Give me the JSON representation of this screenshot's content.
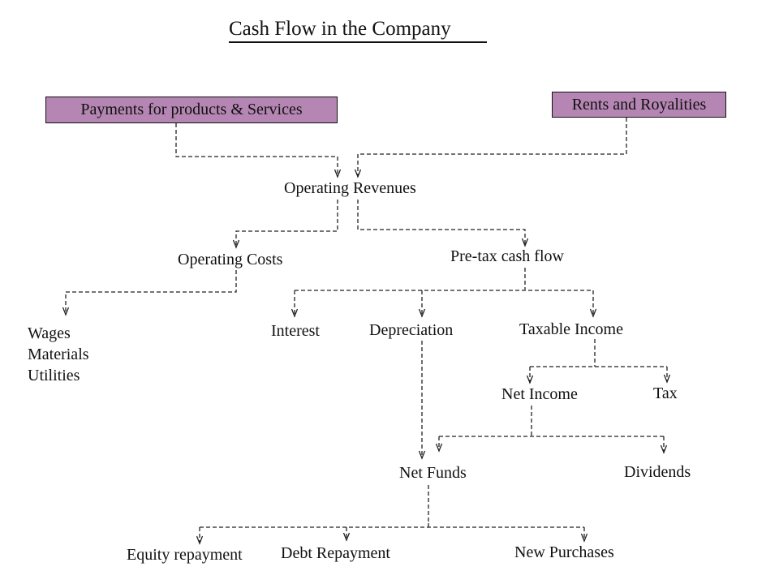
{
  "title": "Cash Flow in the Company",
  "colors": {
    "box_fill": "#b586b3",
    "line": "#222222",
    "text": "#111111"
  },
  "nodes": {
    "payments": "Payments for products & Services",
    "rents": "Rents and Royalities",
    "operating_revenues": "Operating Revenues",
    "operating_costs": "Operating Costs",
    "pretax_cash_flow": "Pre-tax cash flow",
    "cost_items": [
      "Wages",
      "Materials",
      "Utilities"
    ],
    "interest": "Interest",
    "depreciation": "Depreciation",
    "taxable_income": "Taxable Income",
    "net_income": "Net Income",
    "tax": "Tax",
    "net_funds": "Net Funds",
    "dividends": "Dividends",
    "equity_repayment": "Equity repayment",
    "debt_repayment": "Debt Repayment",
    "new_purchases": "New Purchases"
  }
}
